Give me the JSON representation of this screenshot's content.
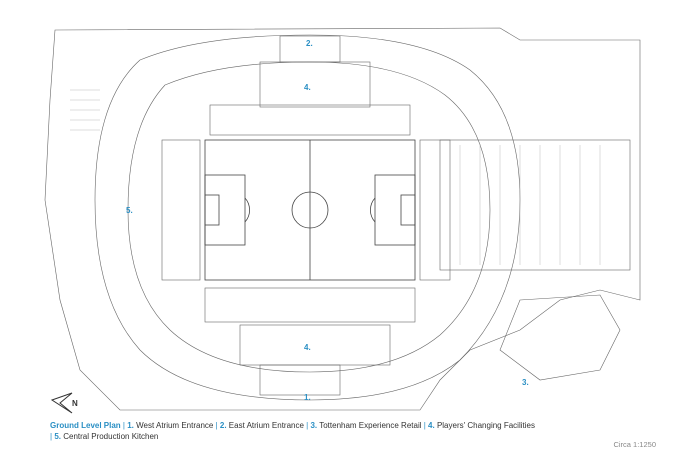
{
  "plan": {
    "north_symbol": "N",
    "zone_labels": [
      "1.",
      "2.",
      "3.",
      "4.",
      "4.",
      "5."
    ]
  },
  "caption": {
    "heading": "Ground Level Plan",
    "items": [
      {
        "num": "1.",
        "text": "West Atrium Entrance"
      },
      {
        "num": "2.",
        "text": "East Atrium Entrance"
      },
      {
        "num": "3.",
        "text": "Tottenham Experience Retail"
      },
      {
        "num": "4.",
        "text": "Players' Changing Facilities"
      },
      {
        "num": "5.",
        "text": "Central Production Kitchen"
      }
    ]
  },
  "scale": "Circa 1:1250",
  "colors": {
    "accent": "#2a8fc4",
    "line": "#555555"
  }
}
